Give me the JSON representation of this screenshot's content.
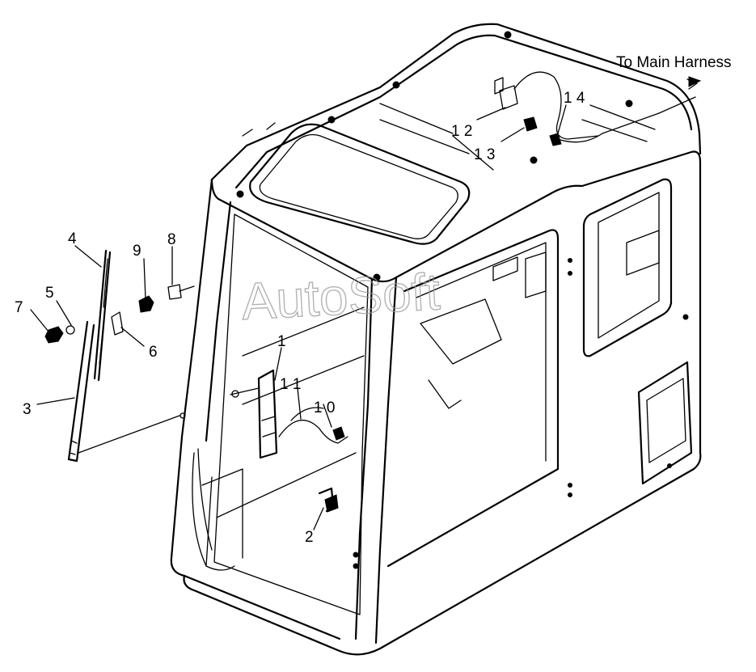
{
  "note": {
    "text": "To Main Harness"
  },
  "watermark": {
    "text": "AutoSoft"
  },
  "callouts": [
    {
      "id": "1",
      "text": "1"
    },
    {
      "id": "2",
      "text": "2"
    },
    {
      "id": "3",
      "text": "3"
    },
    {
      "id": "4",
      "text": "4"
    },
    {
      "id": "5",
      "text": "5"
    },
    {
      "id": "6",
      "text": "6"
    },
    {
      "id": "7",
      "text": "7"
    },
    {
      "id": "8",
      "text": "8"
    },
    {
      "id": "9",
      "text": "9"
    },
    {
      "id": "10",
      "text": "1 0"
    },
    {
      "id": "11",
      "text": "1 1"
    },
    {
      "id": "12",
      "text": "1 2"
    },
    {
      "id": "13",
      "text": "1 3"
    },
    {
      "id": "14",
      "text": "1 4"
    }
  ]
}
